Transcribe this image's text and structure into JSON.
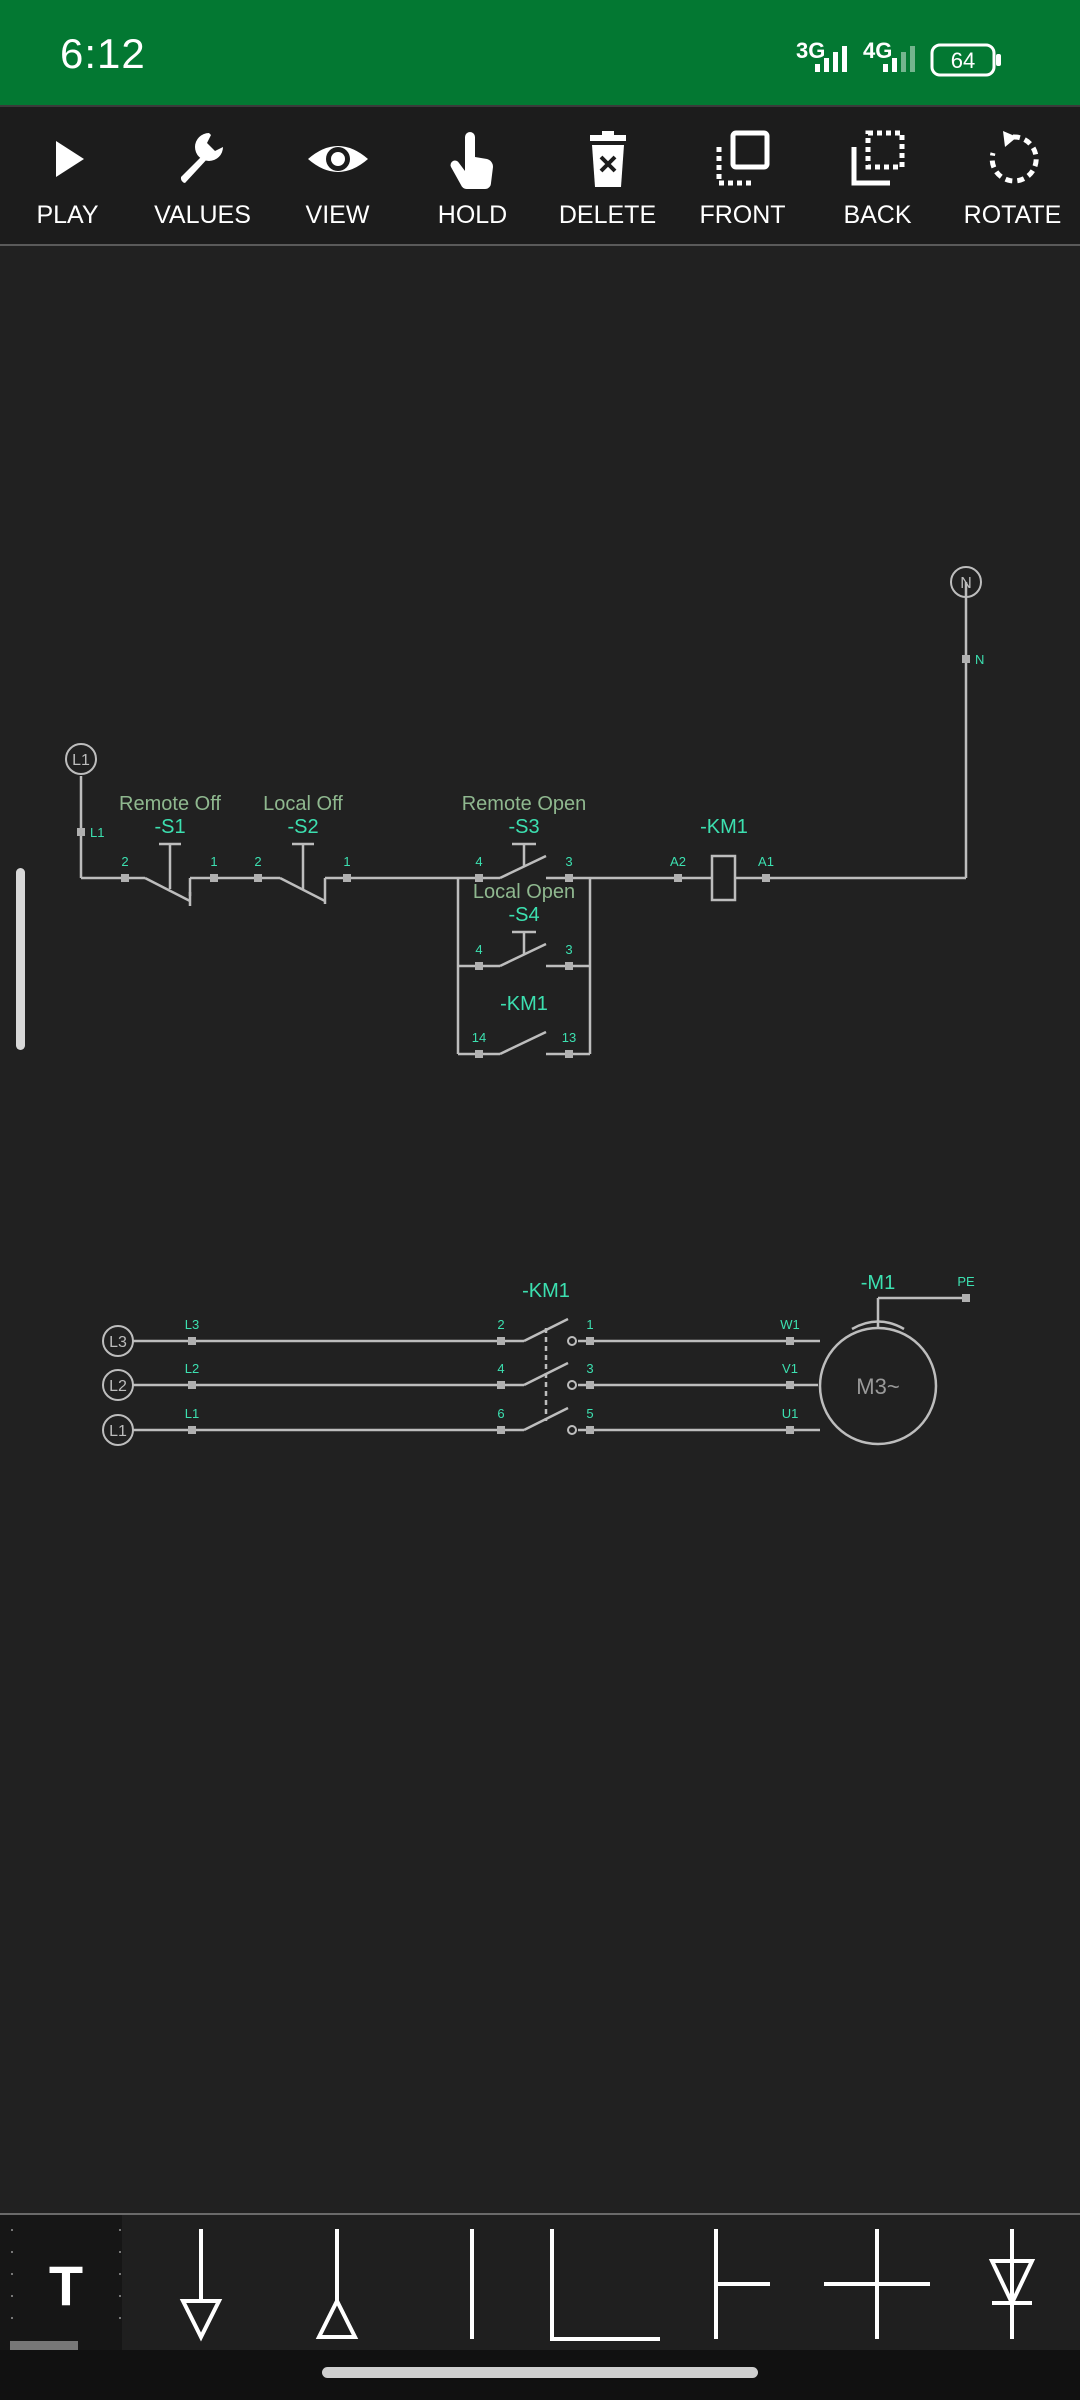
{
  "status_bar": {
    "time": "6:12",
    "network_1": "3G",
    "network_2": "4G",
    "battery": "64",
    "background_color": "#037832"
  },
  "toolbar": {
    "items": [
      {
        "label": "PLAY",
        "icon": "play-icon"
      },
      {
        "label": "VALUES",
        "icon": "wrench-icon"
      },
      {
        "label": "VIEW",
        "icon": "eye-icon"
      },
      {
        "label": "HOLD",
        "icon": "hand-pointer-icon"
      },
      {
        "label": "DELETE",
        "icon": "trash-icon"
      },
      {
        "label": "FRONT",
        "icon": "bring-to-front-icon"
      },
      {
        "label": "BACK",
        "icon": "send-to-back-icon"
      },
      {
        "label": "ROTATE",
        "icon": "rotate-icon"
      }
    ]
  },
  "schematic": {
    "colors": {
      "wire": "#bdbdbd",
      "tag": "#3ce0b0",
      "description": "#8fb88f",
      "terminal": "#b0b0b0"
    },
    "control": {
      "supply_left": "L1",
      "supply_left_terminal": "L1",
      "supply_right": "N",
      "supply_right_terminal": "N",
      "s1": {
        "description": "Remote Off",
        "tag": "-S1",
        "pin_in": "2",
        "pin_out": "1"
      },
      "s2": {
        "description": "Local Off",
        "tag": "-S2",
        "pin_in": "2",
        "pin_out": "1"
      },
      "s3": {
        "description": "Remote Open",
        "tag": "-S3",
        "pin_in": "4",
        "pin_out": "3"
      },
      "s4": {
        "description": "Local Open",
        "tag": "-S4",
        "pin_in": "4",
        "pin_out": "3"
      },
      "km1_aux": {
        "tag": "-KM1",
        "pin_in": "14",
        "pin_out": "13"
      },
      "km1_coil": {
        "tag": "-KM1",
        "pin_in": "A2",
        "pin_out": "A1"
      }
    },
    "power": {
      "phases": [
        "L3",
        "L2",
        "L1"
      ],
      "phase_terminals": [
        "L3",
        "L2",
        "L1"
      ],
      "contactor_tag": "-KM1",
      "contactor_in_pins": [
        "2",
        "4",
        "6"
      ],
      "contactor_out_pins": [
        "1",
        "3",
        "5"
      ],
      "motor_terminals": [
        "W1",
        "V1",
        "U1"
      ],
      "motor_tag": "-M1",
      "motor_label": "M3~",
      "earth_terminal": "PE"
    }
  },
  "palette": {
    "items": [
      {
        "icon": "text-tool-icon",
        "glyph": "T"
      },
      {
        "icon": "supply-down-icon"
      },
      {
        "icon": "supply-up-icon"
      },
      {
        "icon": "wire-vertical-icon"
      },
      {
        "icon": "wire-corner-icon"
      },
      {
        "icon": "wire-tee-icon"
      },
      {
        "icon": "wire-cross-icon"
      },
      {
        "icon": "diode-icon"
      }
    ]
  }
}
